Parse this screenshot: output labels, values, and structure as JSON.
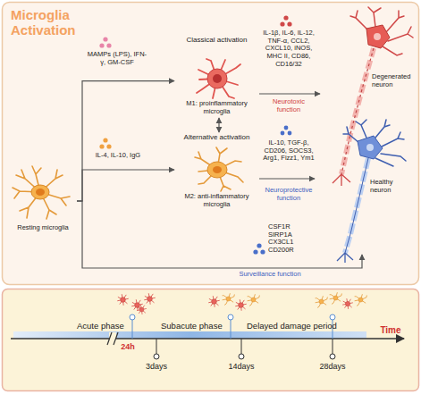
{
  "diagram": {
    "title": "Microglia Activation",
    "nodes": [
      {
        "text": [
          "Resting microglia"
        ]
      },
      {
        "text": [
          "Classical activation",
          "M1: proinflammatory microglia"
        ]
      },
      {
        "text": [
          "Alternative activation",
          "M2: anti-inflammatory microglia"
        ]
      },
      {
        "text": [
          "Degenerated neuron"
        ]
      },
      {
        "text": [
          "Healthy neuron"
        ]
      }
    ],
    "edges": [
      {
        "from": 0,
        "to": 1,
        "arrow": "to",
        "label": "MAMPs (LPS), IFN-γ, GM-CSF"
      },
      {
        "from": 0,
        "to": 2,
        "arrow": "to",
        "label": "IL-4, IL-10, IgG"
      },
      {
        "from": 0,
        "to": 4,
        "arrow": "to",
        "label": "CSF1R SIRP1A CX3CL1 CD200R"
      },
      {
        "from": 1,
        "to": 2,
        "arrow": "both"
      },
      {
        "from": 1,
        "to": 3,
        "arrow": "to",
        "label": "IL-1β, IL-6, IL-12, TNF-α, CCL2, CXCL10, iNOS, MHC II, CD86, CD16/32"
      },
      {
        "from": 2,
        "to": 4,
        "arrow": "to",
        "label": "IL-10, TGF-β, CD206, SOCS3, Arg1, Fizz1, Ym1"
      }
    ],
    "labels": [
      "Neurotoxic function",
      "Neuroprotective function",
      "Surveillance function",
      "Acute phase",
      "Subacute phase",
      "Delayed damage period",
      "24h",
      "3days",
      "14days",
      "28days",
      "Time"
    ]
  }
}
